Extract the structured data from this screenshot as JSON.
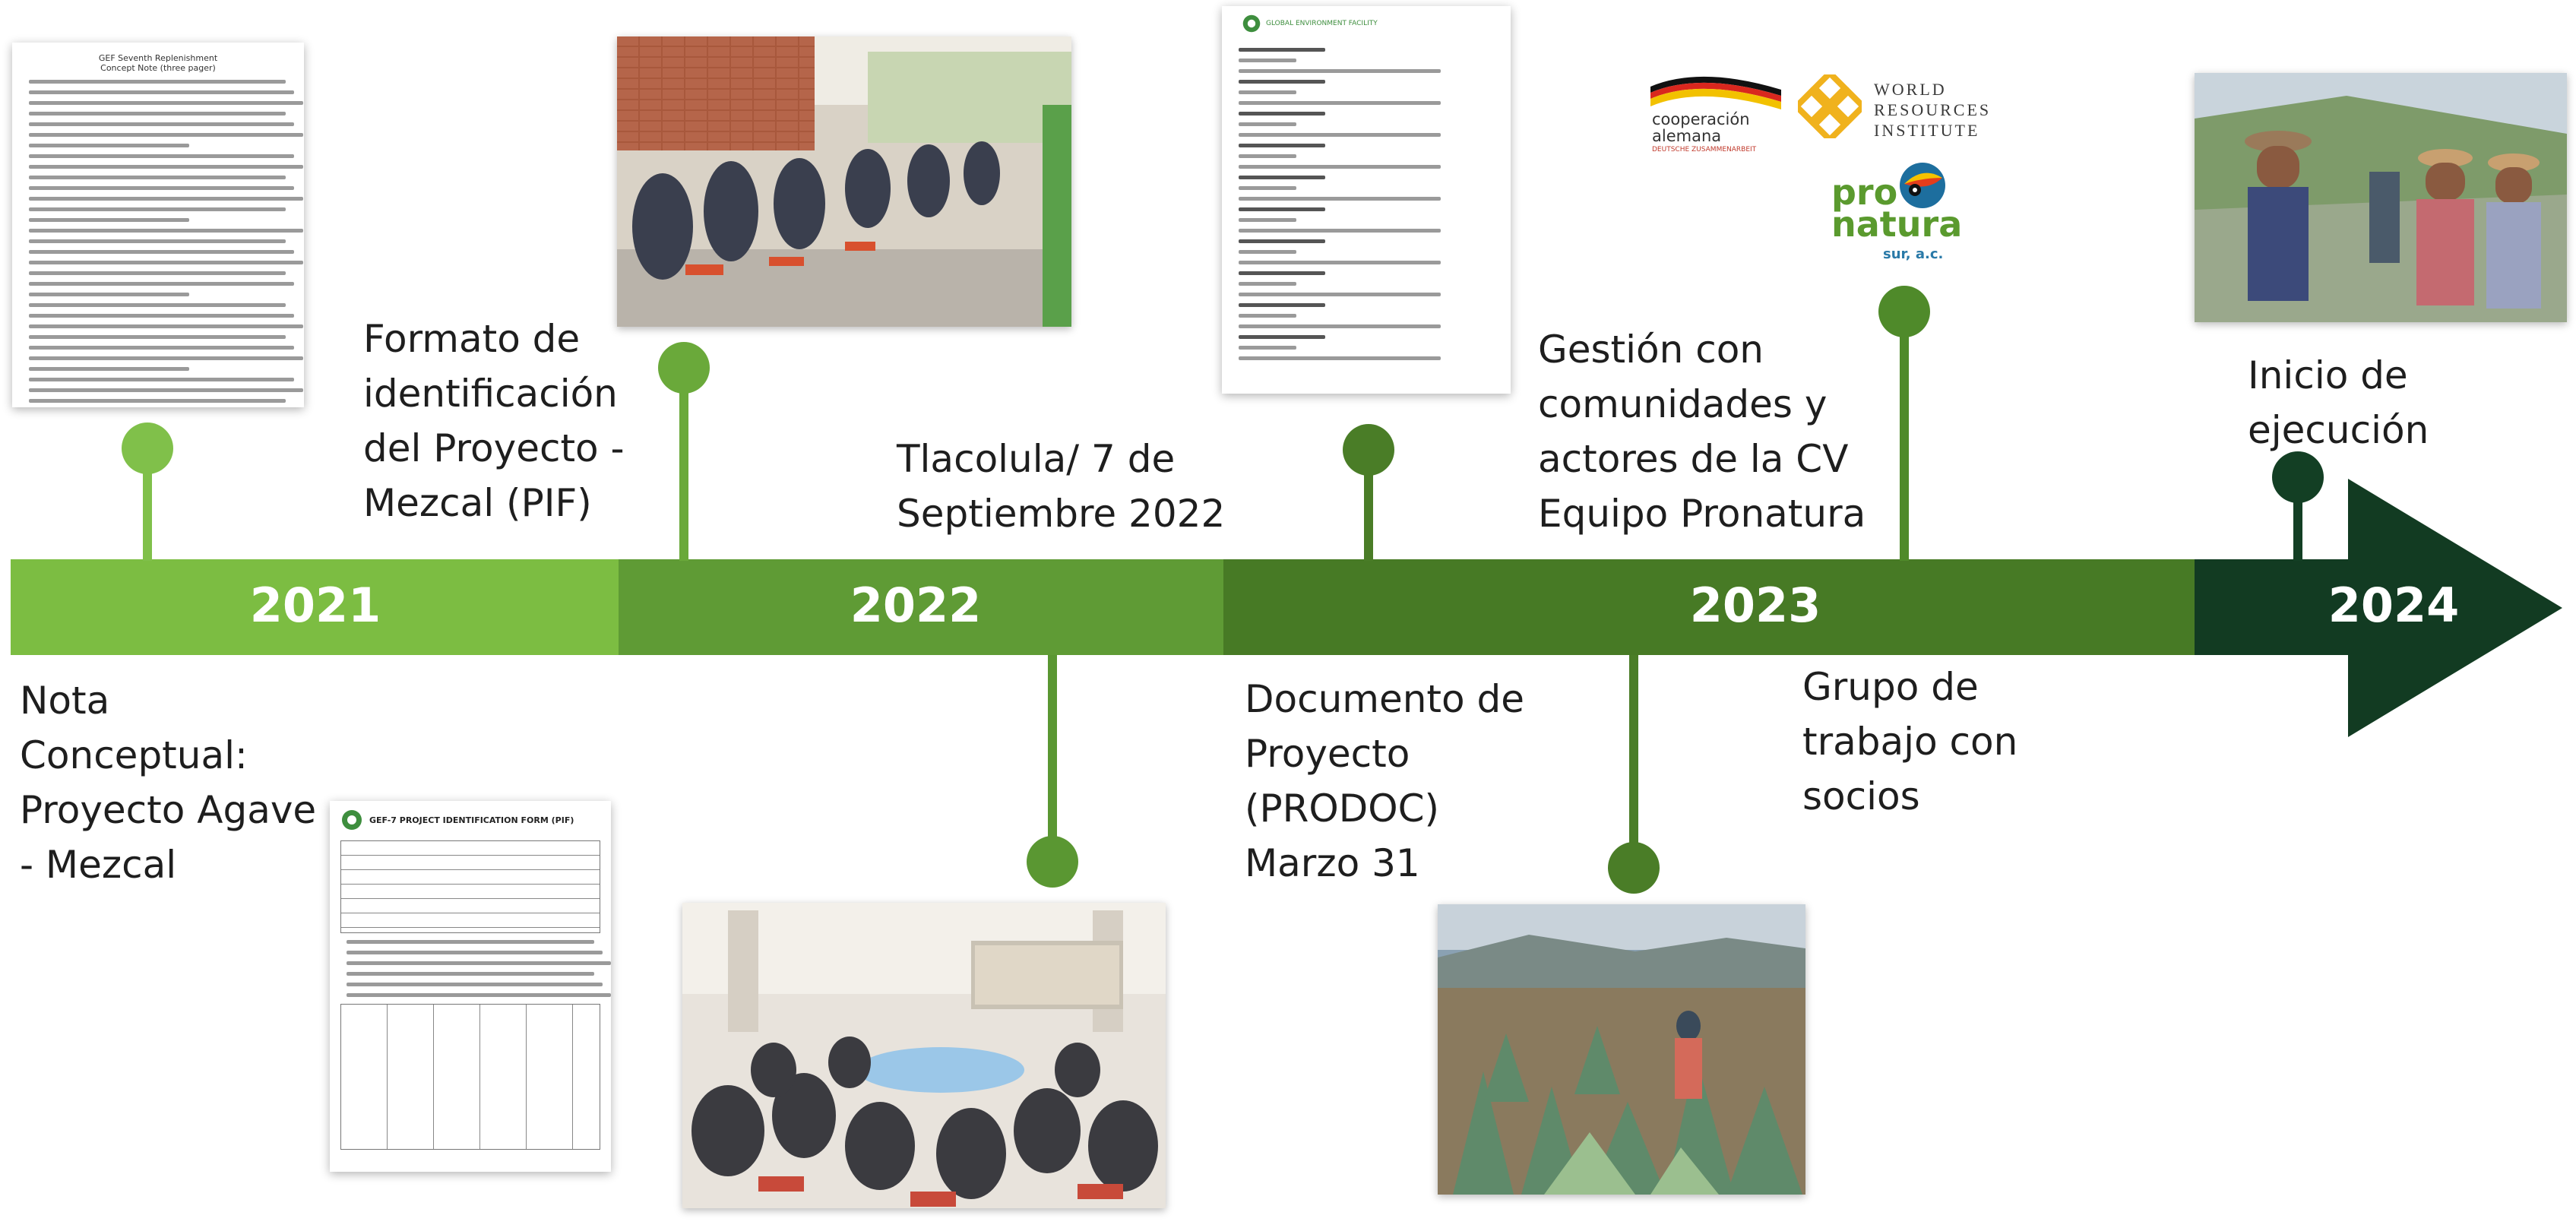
{
  "colors": {
    "seg_2021": "#7cbd42",
    "seg_2022": "#5f9b35",
    "seg_2023": "#477a25",
    "seg_2024": "#123b22",
    "dot_light": "#80c04a",
    "dot_mid": "#5a9732",
    "dot_dark": "#4a7d27",
    "dot_darkest": "#133f24"
  },
  "years": [
    "2021",
    "2022",
    "2023",
    "2024"
  ],
  "milestones": {
    "nota": "Nota\nConceptual:\nProyecto Agave\n- Mezcal",
    "pif": "Formato de\nidentificación\ndel Proyecto -\nMezcal (PIF)",
    "tlacolula": "Tlacolula/ 7 de\nSeptiembre 2022",
    "prodoc": "Documento de\nProyecto\n(PRODOC)\nMarzo 31",
    "gestion": "Gestión con\ncomunidades y\nactores de la CV\nEquipo Pronatura",
    "grupo": "Grupo de\ntrabajo con\nsocios",
    "inicio": "Inicio de\nejecución"
  },
  "documents": {
    "concept_note": {
      "title": "GEF Seventh Replenishment",
      "subtitle": "Concept Note (three pager)"
    },
    "pif_form": {
      "title": "GEF-7 PROJECT IDENTIFICATION FORM (PIF)",
      "logo": "gef"
    },
    "prodoc": {
      "header": "GLOBAL ENVIRONMENT FACILITY",
      "logo": "gef"
    }
  },
  "logos": {
    "cooperacion": "cooperación\nalemana",
    "cooperacion_sub": "DEUTSCHE ZUSAMMENARBEIT",
    "wri": "WORLD\nRESOURCES\nINSTITUTE",
    "pronatura_1": "pro",
    "pronatura_2": "natura",
    "pronatura_3": "sur, a.c."
  },
  "icons": [
    "arrow-head-icon",
    "gef-logo-icon",
    "german-flag-ribbon-icon",
    "wri-lattice-icon",
    "toucan-icon"
  ]
}
